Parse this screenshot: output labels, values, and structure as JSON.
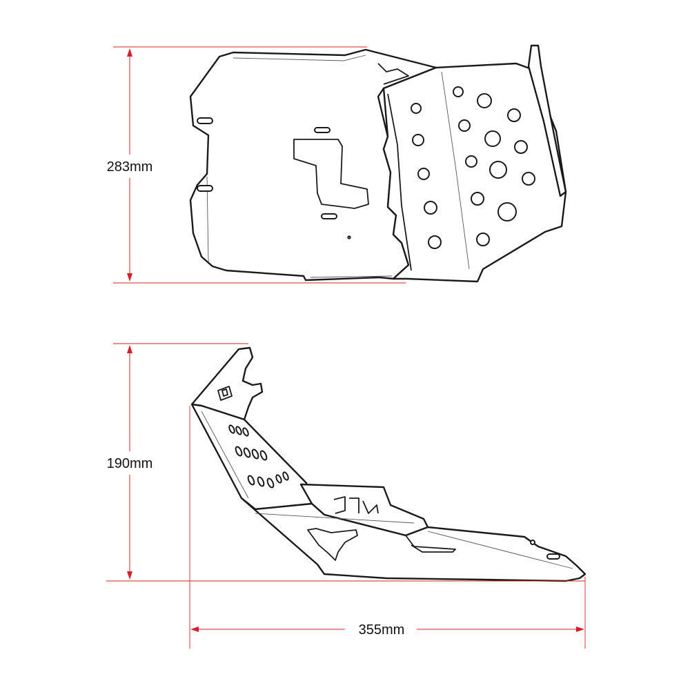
{
  "dimensions": {
    "height_top": "283mm",
    "height_side": "190mm",
    "length": "355mm"
  },
  "colors": {
    "dimension_line": "#d2202a",
    "outline": "#1a1a1a",
    "background": "#ffffff"
  }
}
